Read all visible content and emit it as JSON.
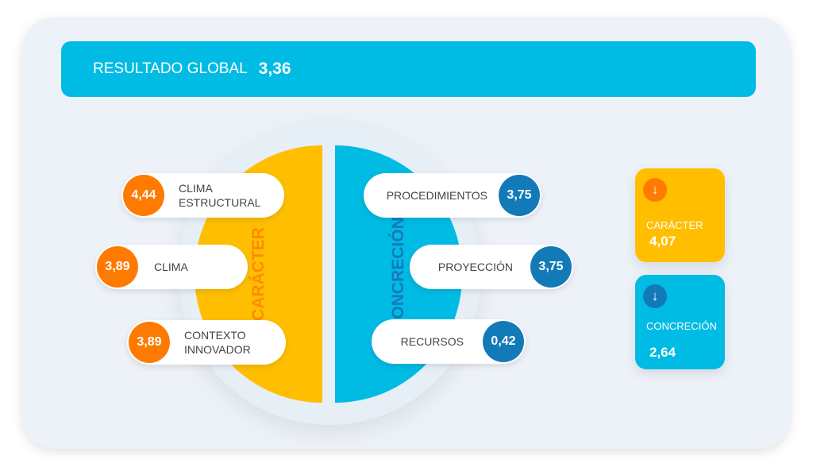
{
  "banner": {
    "label": "RESULTADO GLOBAL",
    "value": "3,36"
  },
  "halves": {
    "left": "CARÁCTER",
    "right": "CONCRECIÓN"
  },
  "left_items": [
    {
      "label": "CLIMA ESTRUCTURAL",
      "value": "4,44"
    },
    {
      "label": "CLIMA",
      "value": "3,89"
    },
    {
      "label": "CONTEXTO INNOVADOR",
      "value": "3,89"
    }
  ],
  "right_items": [
    {
      "label": "PROCEDIMIENTOS",
      "value": "3,75"
    },
    {
      "label": "PROYECCIÓN",
      "value": "3,75"
    },
    {
      "label": "RECURSOS",
      "value": "0,42"
    }
  ],
  "summary": [
    {
      "label": "CARÁCTER",
      "value": "4,07",
      "icon": "arrow-down-icon"
    },
    {
      "label": "CONCRECIÓN",
      "value": "2,64",
      "icon": "arrow-down-icon"
    }
  ],
  "colors": {
    "accent": "#00bbe4",
    "yellow": "#ffbf00",
    "orange": "#ff7a00",
    "blue": "#137ab8"
  }
}
